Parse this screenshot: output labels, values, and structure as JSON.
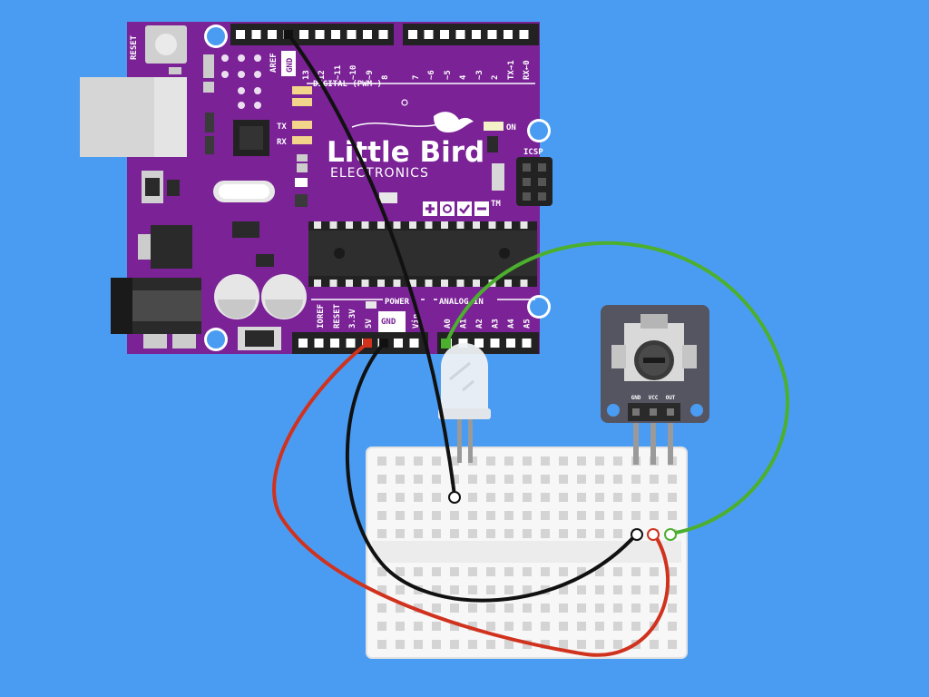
{
  "colors": {
    "background": "#4a9cf2",
    "board": "#7a2296",
    "wire_gnd": "#111111",
    "wire_5v": "#d0321e",
    "wire_signal": "#4caf2e"
  },
  "arduino": {
    "reset_label": "RESET",
    "aref_label": "AREF",
    "gnd_top_label": "GND",
    "digital_pins": [
      "13",
      "12",
      "~11",
      "~10",
      "~9",
      "8",
      "7",
      "~6",
      "~5",
      "4",
      "~3",
      "2",
      "TX→1",
      "RX←0"
    ],
    "digital_label": "DIGITAL (PWM~)",
    "tx_label": "TX",
    "rx_label": "RX",
    "on_label": "ON",
    "icsp_label": "ICSP",
    "brand_line1": "Little Bird",
    "brand_line2": "ELECTRONICS",
    "tm": "TM",
    "power_label": "POWER",
    "analog_label": "ANALOG IN",
    "power_pins": [
      "IOREF",
      "RESET",
      "3.3V",
      "5V",
      "GND",
      "Vin"
    ],
    "analog_pins": [
      "A0",
      "A1",
      "A2",
      "A3",
      "A4",
      "A5"
    ]
  },
  "potentiometer": {
    "pins": [
      "GND",
      "VCC",
      "OUT"
    ]
  },
  "connections": [
    {
      "from": "Arduino GND (digital header)",
      "to": "Breadboard (LED leg)",
      "color": "black"
    },
    {
      "from": "Arduino 5V",
      "to": "Potentiometer VCC",
      "color": "red"
    },
    {
      "from": "Arduino GND (power header)",
      "to": "Potentiometer GND",
      "color": "black"
    },
    {
      "from": "Arduino A0",
      "to": "Potentiometer OUT",
      "color": "green"
    }
  ]
}
